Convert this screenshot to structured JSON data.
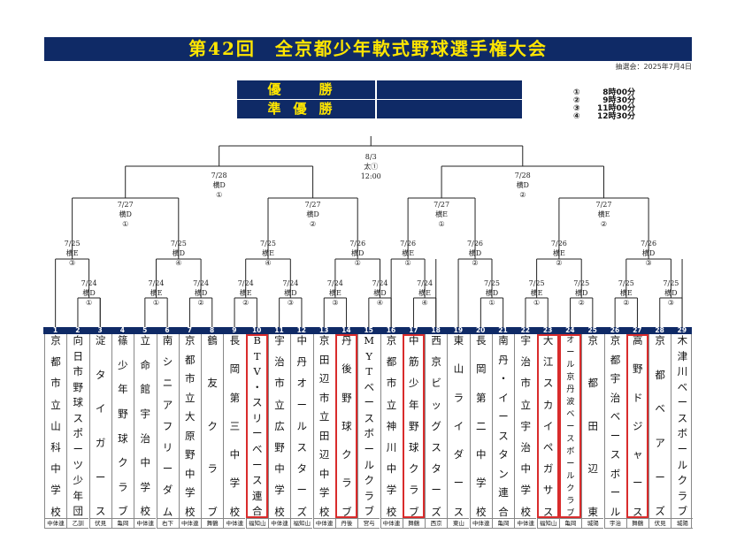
{
  "title": "第42回　全京都少年軟式野球選手権大会",
  "lottery_date": "抽選会：2025年7月4日",
  "results": [
    {
      "label": "優　勝",
      "value": ""
    },
    {
      "label": "準優勝",
      "value": ""
    }
  ],
  "times": [
    {
      "mark": "①",
      "time": "8時00分"
    },
    {
      "mark": "②",
      "time": "9時30分"
    },
    {
      "mark": "③",
      "time": "11時00分"
    },
    {
      "mark": "④",
      "time": "12時30分"
    }
  ],
  "final": {
    "date": "8/3",
    "venue": "太①",
    "time": "12:00"
  },
  "semifinals": [
    {
      "date": "7/28",
      "venue": "横D",
      "slot": "①"
    },
    {
      "date": "7/28",
      "venue": "横D",
      "slot": "②"
    }
  ],
  "quarterfinals": [
    {
      "date": "7/27",
      "venue": "横D",
      "slot": "①"
    },
    {
      "date": "7/27",
      "venue": "横D",
      "slot": "②"
    },
    {
      "date": "7/27",
      "venue": "横E",
      "slot": "①"
    },
    {
      "date": "7/27",
      "venue": "横E",
      "slot": "②"
    }
  ],
  "round16": [
    {
      "date": "7/25",
      "venue": "横E",
      "slot": "③"
    },
    {
      "date": "7/25",
      "venue": "横D",
      "slot": "④"
    },
    {
      "date": "7/25",
      "venue": "横E",
      "slot": "④"
    },
    {
      "date": "7/26",
      "venue": "横D",
      "slot": "①"
    },
    {
      "date": "7/26",
      "venue": "横E",
      "slot": "①"
    },
    {
      "date": "7/26",
      "venue": "横D",
      "slot": "②"
    },
    {
      "date": "7/26",
      "venue": "横E",
      "slot": "②"
    },
    {
      "date": "7/26",
      "venue": "横D",
      "slot": "③"
    }
  ],
  "round32": [
    {
      "date": "7/24",
      "venue": "横D",
      "slot": "①"
    },
    {
      "date": "7/24",
      "venue": "横E",
      "slot": "①"
    },
    {
      "date": "7/24",
      "venue": "横D",
      "slot": "②"
    },
    {
      "date": "7/24",
      "venue": "横E",
      "slot": "②"
    },
    {
      "date": "7/24",
      "venue": "横D",
      "slot": "③"
    },
    {
      "date": "7/24",
      "venue": "横E",
      "slot": "③"
    },
    {
      "date": "7/24",
      "venue": "横D",
      "slot": "④"
    },
    {
      "date": "7/24",
      "venue": "横E",
      "slot": "④"
    },
    {
      "date": "7/25",
      "venue": "横D",
      "slot": "①"
    },
    {
      "date": "7/25",
      "venue": "横E",
      "slot": "①"
    },
    {
      "date": "7/25",
      "venue": "横D",
      "slot": "②"
    },
    {
      "date": "7/25",
      "venue": "横E",
      "slot": "②"
    },
    {
      "date": "7/25",
      "venue": "横D",
      "slot": "③"
    }
  ],
  "teams": [
    {
      "no": "1",
      "name": "京都市立山科中学校",
      "region": "中体連",
      "highlight": false
    },
    {
      "no": "2",
      "name": "向日市野球スポーツ少年団",
      "region": "乙訓",
      "highlight": false
    },
    {
      "no": "3",
      "name": "淀タイガース",
      "region": "伏見",
      "highlight": false
    },
    {
      "no": "4",
      "name": "篠少年野球クラブ",
      "region": "亀岡",
      "highlight": false
    },
    {
      "no": "5",
      "name": "立命館宇治中学校",
      "region": "中体連",
      "highlight": false
    },
    {
      "no": "6",
      "name": "南シニアフリーダム",
      "region": "右下",
      "highlight": false
    },
    {
      "no": "7",
      "name": "京都市立大原野中学校",
      "region": "中体連",
      "highlight": false
    },
    {
      "no": "8",
      "name": "鶴友クラブ",
      "region": "舞鶴",
      "highlight": false
    },
    {
      "no": "9",
      "name": "長岡第三中学校",
      "region": "中体連",
      "highlight": false
    },
    {
      "no": "10",
      "name": "BTV・スリーベース連合",
      "region": "福知山",
      "highlight": true
    },
    {
      "no": "11",
      "name": "宇治市立広野中学校",
      "region": "中体連",
      "highlight": false
    },
    {
      "no": "12",
      "name": "中丹オールスターズ",
      "region": "福知山",
      "highlight": false
    },
    {
      "no": "13",
      "name": "京田辺市立田辺中学校",
      "region": "中体連",
      "highlight": false
    },
    {
      "no": "14",
      "name": "丹後野球クラブ",
      "region": "丹後",
      "highlight": true
    },
    {
      "no": "15",
      "name": "MYTベースボールクラブ",
      "region": "宮与",
      "highlight": false
    },
    {
      "no": "16",
      "name": "京都市立神川中学校",
      "region": "中体連",
      "highlight": false
    },
    {
      "no": "17",
      "name": "中筋少年野球クラブ",
      "region": "舞鶴",
      "highlight": true
    },
    {
      "no": "18",
      "name": "西京ビッグスターズ",
      "region": "西京",
      "highlight": false
    },
    {
      "no": "19",
      "name": "東山ライダース",
      "region": "東山",
      "highlight": false
    },
    {
      "no": "20",
      "name": "長岡第二中学校",
      "region": "中体連",
      "highlight": false
    },
    {
      "no": "21",
      "name": "南丹・イースタン連合",
      "region": "亀岡",
      "highlight": false
    },
    {
      "no": "22",
      "name": "宇治市立宇治中学校",
      "region": "中体連",
      "highlight": false
    },
    {
      "no": "23",
      "name": "大江スカイペガサス",
      "region": "福知山",
      "highlight": true
    },
    {
      "no": "24",
      "name": "オール京丹波ベースボールクラブ",
      "region": "亀岡",
      "highlight": true
    },
    {
      "no": "25",
      "name": "京都田辺東",
      "region": "城陽",
      "highlight": false
    },
    {
      "no": "26",
      "name": "京都宇治ベースボール",
      "region": "宇治",
      "highlight": false
    },
    {
      "no": "27",
      "name": "高野ドジャース",
      "region": "舞鶴",
      "highlight": true
    },
    {
      "no": "28",
      "name": "京都ベアーズ",
      "region": "伏見",
      "highlight": false
    },
    {
      "no": "29",
      "name": "木津川ベースボールクラブ",
      "region": "城陽",
      "highlight": false
    }
  ]
}
